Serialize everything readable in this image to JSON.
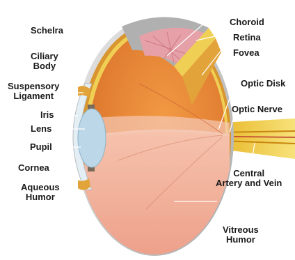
{
  "labels": {
    "schelra": "Schelra",
    "choroid": "Choroid",
    "retina": "Retina",
    "fovea": "Fovea",
    "ciliary_body": "Ciliary\nBody",
    "suspensory_ligament": "Suspensory\nLigament",
    "optic_disk": "Optic Disk",
    "iris": "Iris",
    "optic_nerve": "Optic Nerve",
    "lens": "Lens",
    "pupil": "Pupil",
    "cornea": "Cornea",
    "central_artery_vein": "Central\nArtery and Vein",
    "aqueous_humor": "Aqueous\nHumor",
    "vitreous_humor": "Vitreous\nHumor"
  },
  "colors": {
    "sclera": "#c9c9c9",
    "choroid_band": "#e2a43a",
    "retina_layer": "#f0cf55",
    "interior": "#e88a3c",
    "vitreous": "#f3b4a0",
    "lens": "#bcd7e8",
    "optic_nerve": "#f2d23a",
    "leader_line": "#ffffff"
  }
}
